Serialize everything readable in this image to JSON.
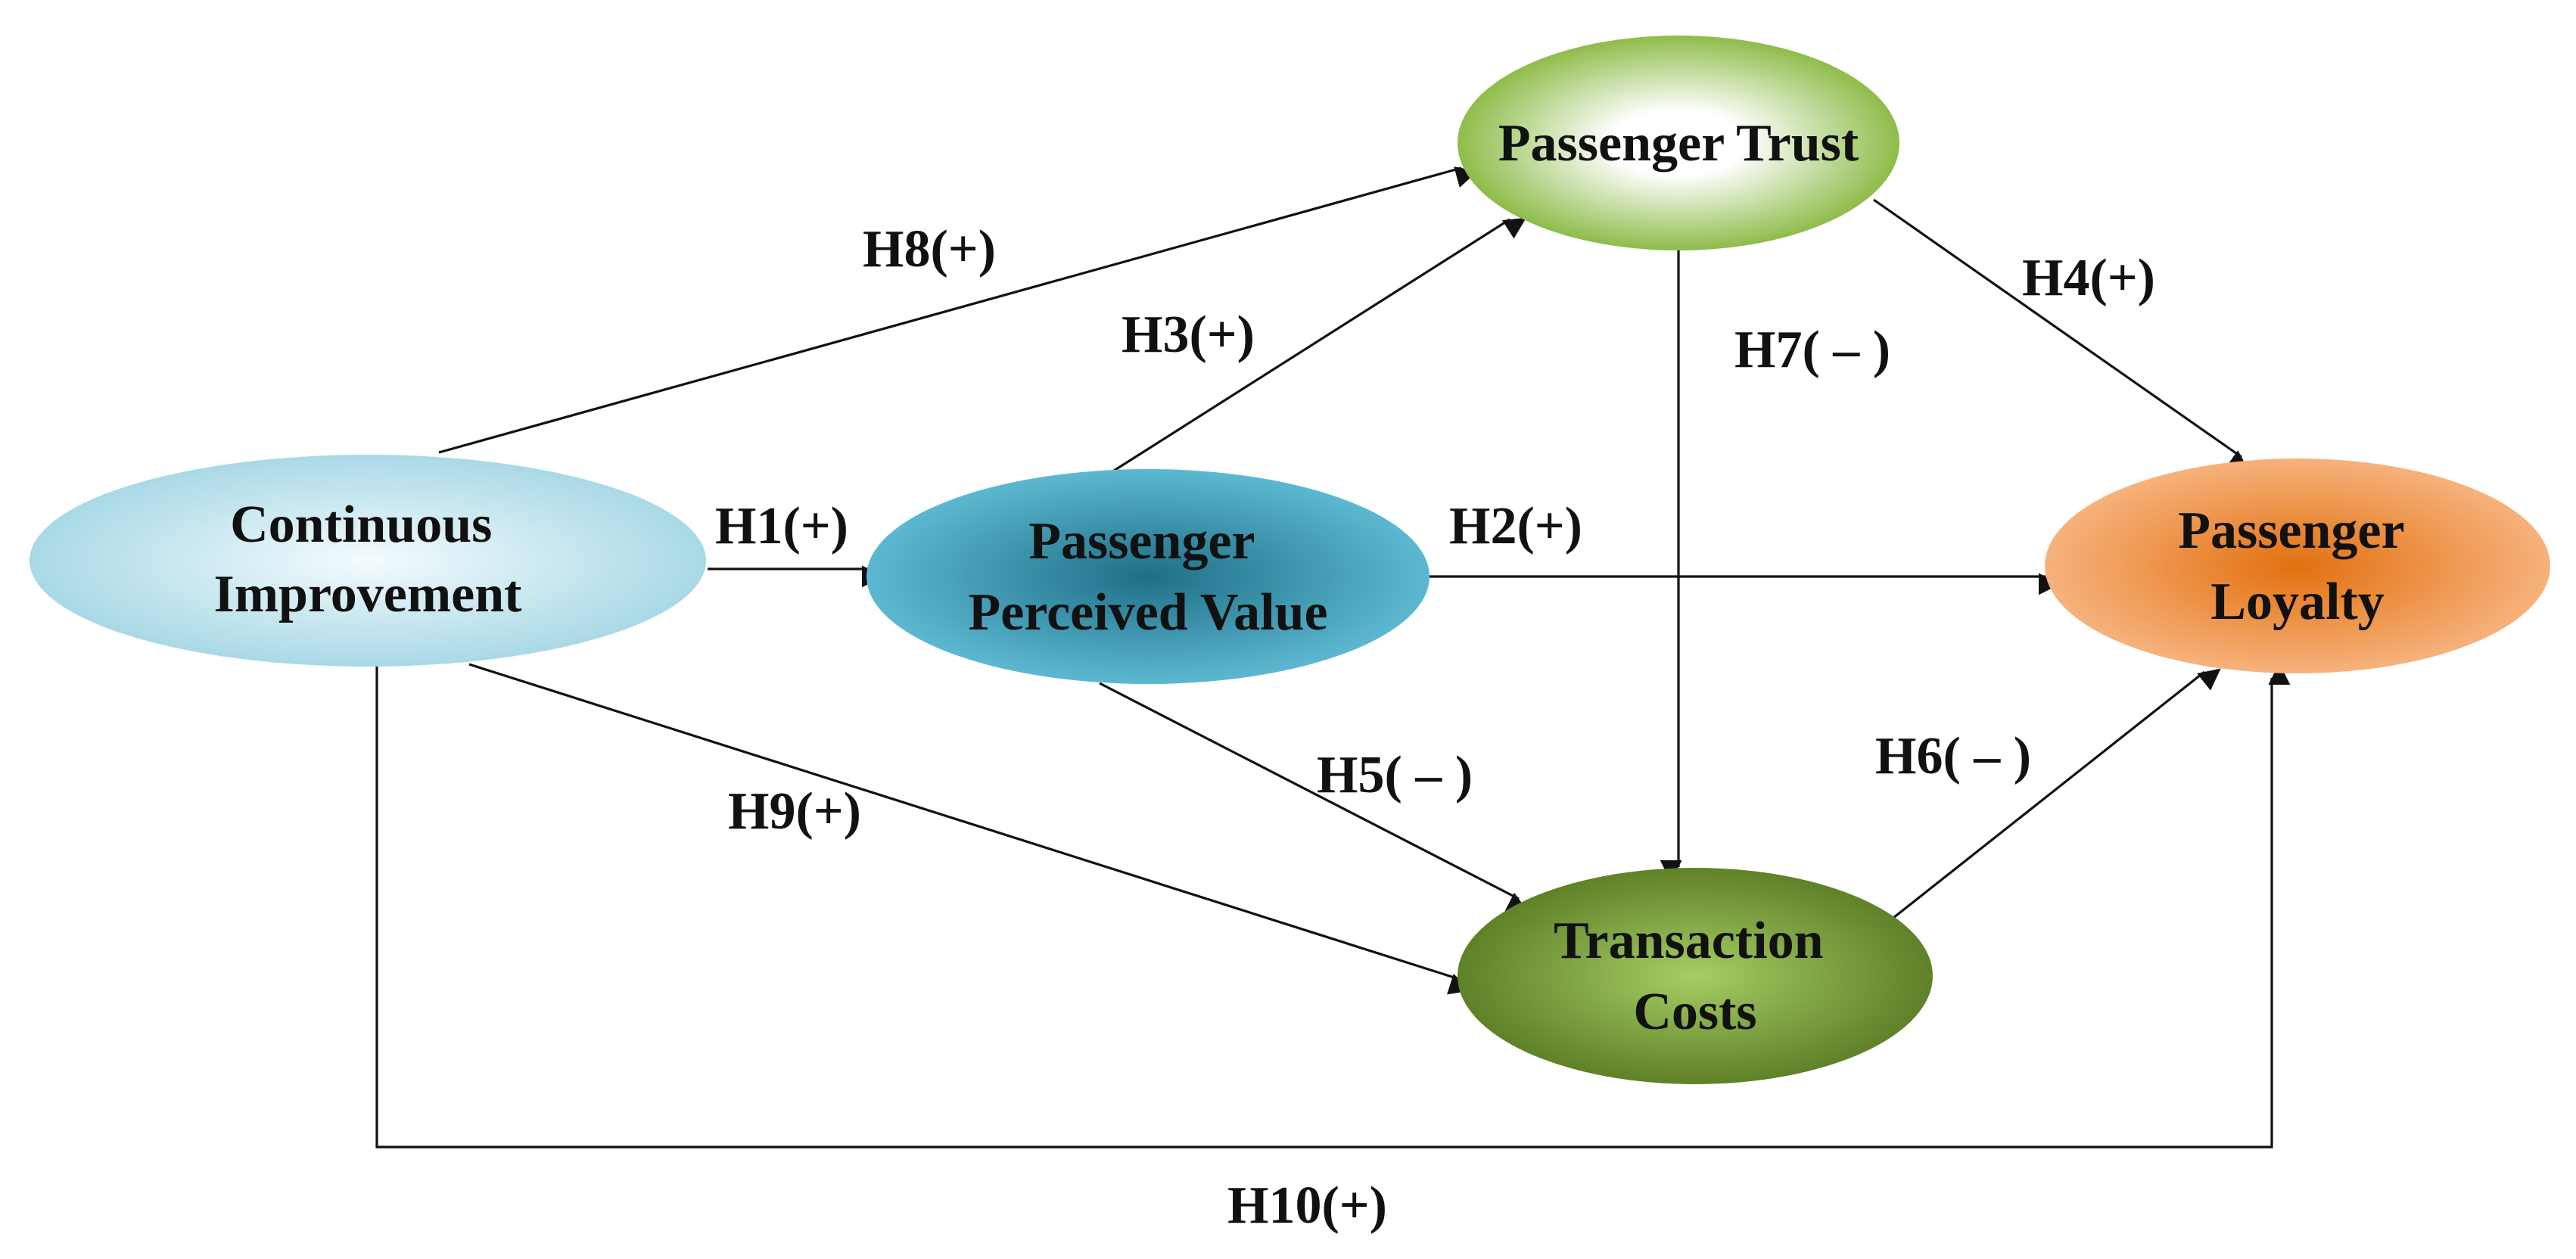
{
  "nodes": {
    "continuous_improvement": {
      "lines": [
        "Continuous",
        "Improvement"
      ]
    },
    "perceived_value": {
      "lines": [
        "Passenger",
        "Perceived Value"
      ]
    },
    "passenger_trust": {
      "lines": [
        "Passenger Trust"
      ]
    },
    "passenger_loyalty": {
      "lines": [
        "Passenger",
        "Loyalty"
      ]
    },
    "transaction_costs": {
      "lines": [
        "Transaction",
        "Costs"
      ]
    }
  },
  "hypotheses": {
    "h1": "H1(+)",
    "h2": "H2(+)",
    "h3": "H3(+)",
    "h4": "H4(+)",
    "h5": "H5( – )",
    "h6": "H6( – )",
    "h7": "H7( – )",
    "h8": "H8(+)",
    "h9": "H9(+)",
    "h10": "H10(+)"
  },
  "colors": {
    "continuous_improvement": [
      "#f4fbfd",
      "#a9d9e6"
    ],
    "perceived_value": [
      "#1f6f86",
      "#5cb8d1"
    ],
    "passenger_trust": [
      "#ffffff",
      "#8ebc4a"
    ],
    "passenger_loyalty": [
      "#e2700f",
      "#f6b27c"
    ],
    "transaction_costs": [
      "#a6cd63",
      "#5f8128"
    ]
  }
}
